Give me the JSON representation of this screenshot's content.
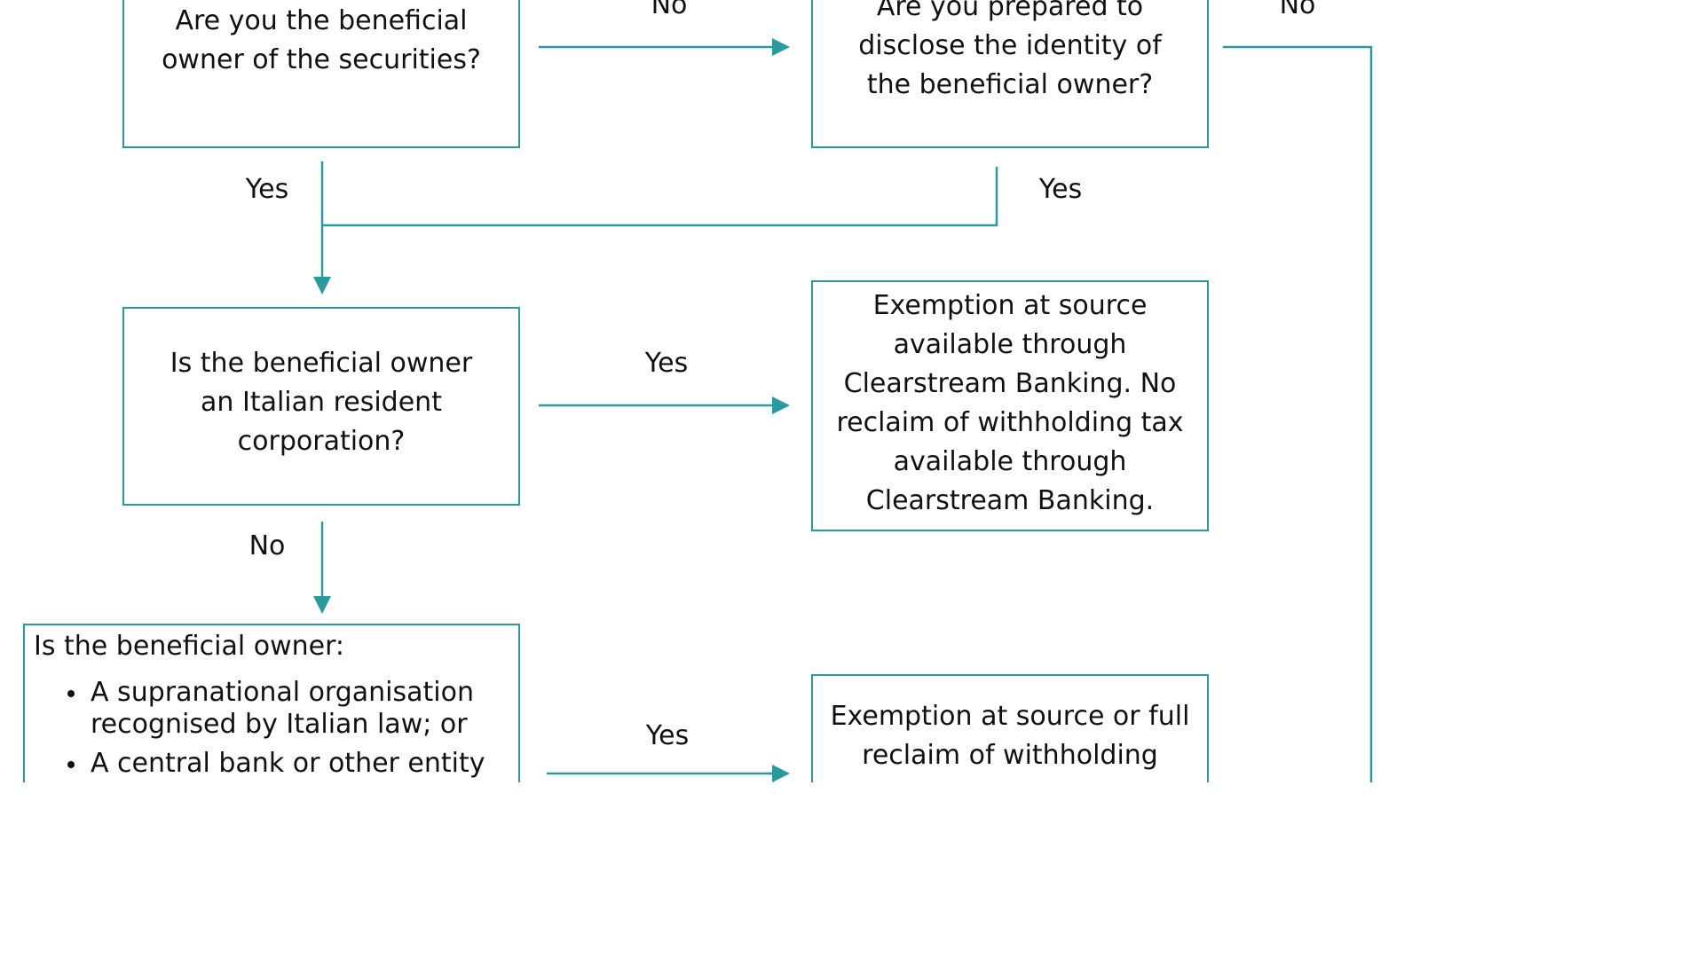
{
  "colors": {
    "border": "#2a9a9c",
    "connector": "#2a9a9c",
    "text": "#111111",
    "background": "#ffffff"
  },
  "nodes": {
    "q_beneficial_owner": "Are you the beneficial owner of the securities?",
    "q_disclose_identity": "Are you prepared to disclose the identity of the beneficial owner?",
    "q_italian_resident": "Is the beneficial owner an Italian resident corporation?",
    "r_exemption_no_reclaim": "Exemption at source available through Clearstream Banking. No reclaim of withholding tax available through Clearstream Banking.",
    "q_entity_type": {
      "title": "Is the beneficial owner:",
      "items": [
        "A supranational organisation recognised by Italian law; or",
        "A central bank or other entity"
      ]
    },
    "r_exemption_or_reclaim": "Exemption at source or full reclaim of withholding"
  },
  "edge_labels": {
    "beneficial_owner_no": "No",
    "disclose_no": "No",
    "beneficial_owner_yes": "Yes",
    "disclose_yes": "Yes",
    "italian_resident_yes": "Yes",
    "italian_resident_no": "No",
    "entity_type_yes": "Yes"
  }
}
